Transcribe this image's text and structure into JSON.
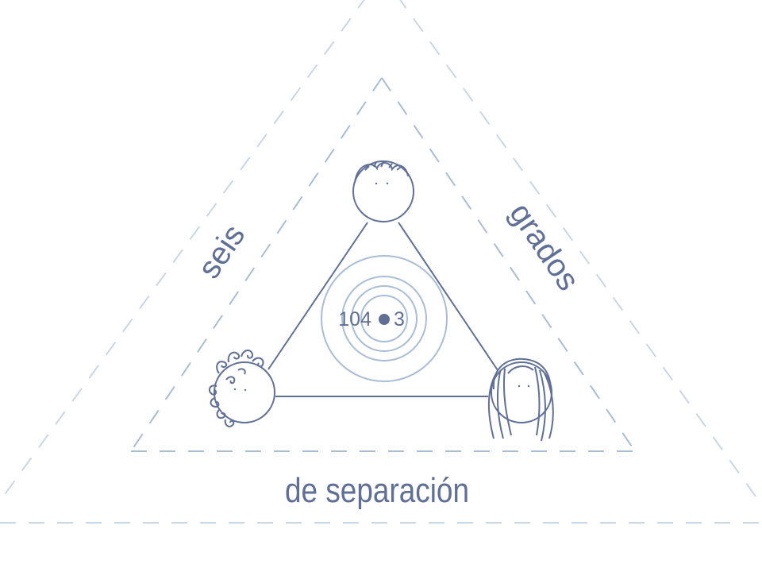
{
  "logo": {
    "word_top_left": "seis",
    "word_top_right": "grados",
    "word_bottom": "de separación",
    "frequency_left": "104",
    "frequency_right": "3"
  },
  "colors": {
    "ink": "#5f6f96",
    "dash_outer": "#c9d6e6",
    "dash_inner": "#a7bdd5",
    "rings": "#a9bdd6"
  },
  "icons": [
    "boy-face-icon",
    "curly-hair-face-icon",
    "long-hair-face-icon",
    "radio-rings-icon"
  ]
}
